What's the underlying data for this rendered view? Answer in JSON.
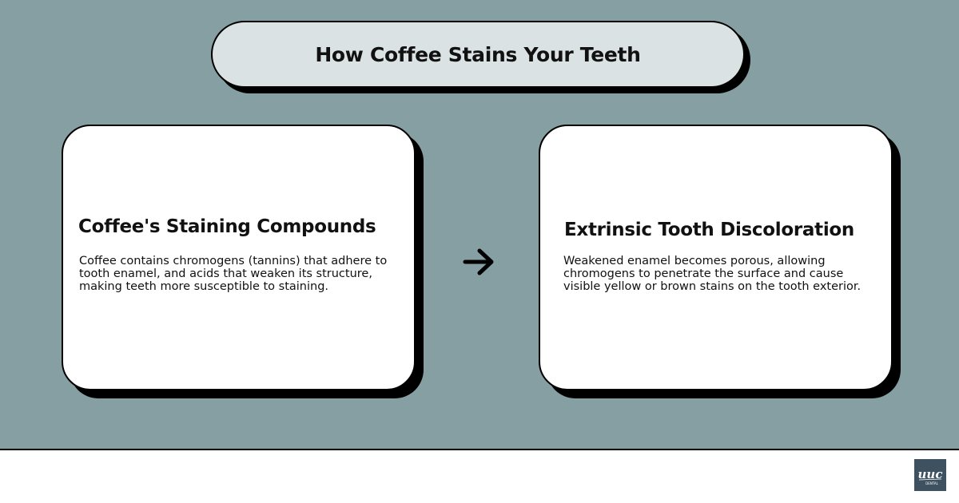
{
  "title": "How Coffee Stains Your Teeth",
  "cards": [
    {
      "heading": "Coffee's Staining Compounds",
      "body": "Coffee contains chromogens (tannins) that adhere to tooth enamel, and acids that weaken its structure, making teeth more susceptible to staining."
    },
    {
      "heading": "Extrinsic Tooth Discoloration",
      "body": "Weakened enamel becomes porous, allowing chromogens to penetrate the surface and cause visible yellow or brown stains on the tooth exterior."
    }
  ],
  "connector_icon": "arrow-right-icon",
  "logo": {
    "script_text": "uuc",
    "caption": "DENTAL"
  },
  "colors": {
    "background": "#869fa3",
    "title_fill": "#dbe2e3",
    "card_fill": "#ffffff",
    "outline": "#000000",
    "logo_fill": "#3d5161"
  }
}
